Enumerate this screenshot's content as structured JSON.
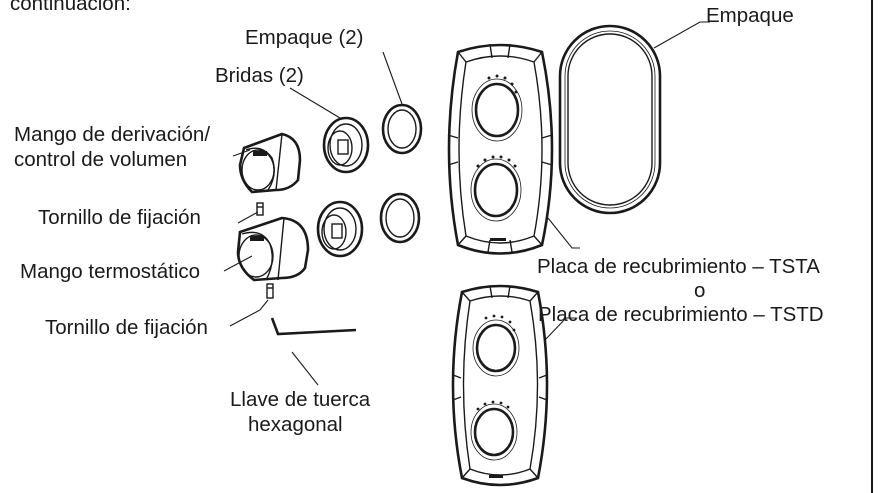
{
  "header_text": "continuación:",
  "labels": {
    "empaque_oval": "Empaque",
    "empaque_2": "Empaque (2)",
    "bridas_2": "Bridas (2)",
    "mango_derivacion_line1": "Mango de derivación/",
    "mango_derivacion_line2": "control de volumen",
    "tornillo_fijacion_top": "Tornillo de fijación",
    "mango_termostatico": "Mango termostático",
    "tornillo_fijacion_bottom": "Tornillo de fijación",
    "llave_line1": "Llave de tuerca",
    "llave_line2": "hexagonal",
    "placa_tsta": "Placa de recubrimiento – TSTA",
    "conjuncion": "o",
    "placa_tstd": "Placa de recubrimiento – TSTD"
  }
}
